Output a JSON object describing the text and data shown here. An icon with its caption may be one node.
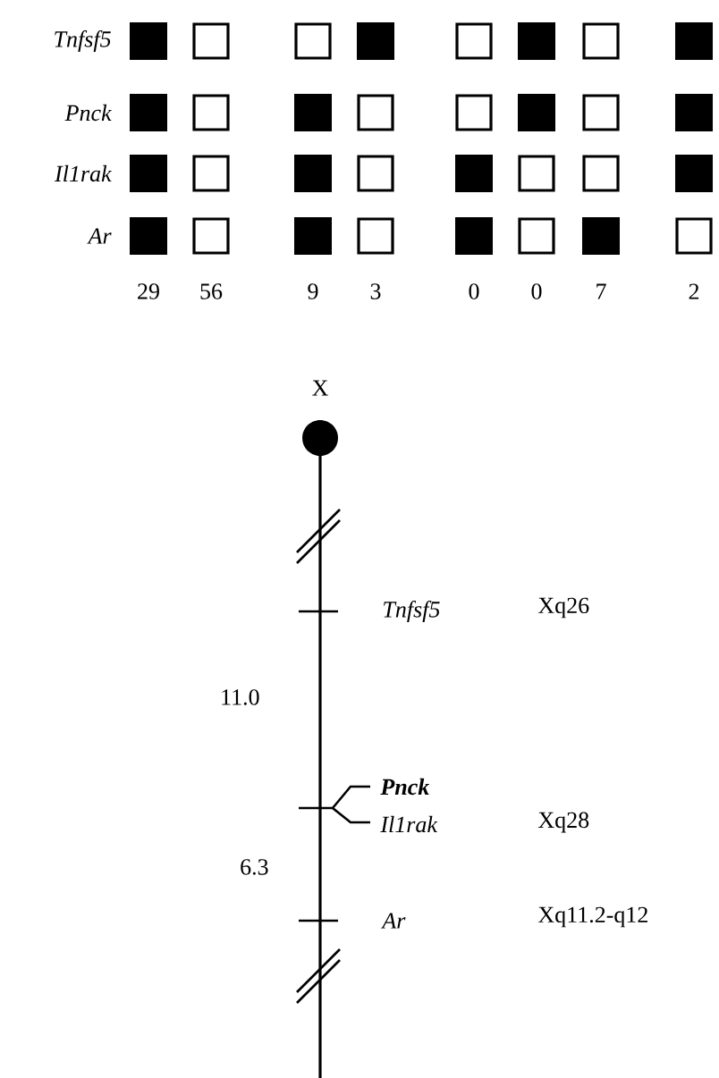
{
  "diagram": {
    "labels": [
      "Tnfsf5",
      "Pnck",
      "Il1rak",
      "Ar",
      "29",
      "56",
      "9",
      "3",
      "0",
      "0",
      "7",
      "2",
      "X",
      "Tnfsf5",
      "Xq26",
      "11.0",
      "Pnck",
      "Il1rak",
      "Xq28",
      "6.3",
      "Ar",
      "Xq11.2-q12"
    ]
  }
}
